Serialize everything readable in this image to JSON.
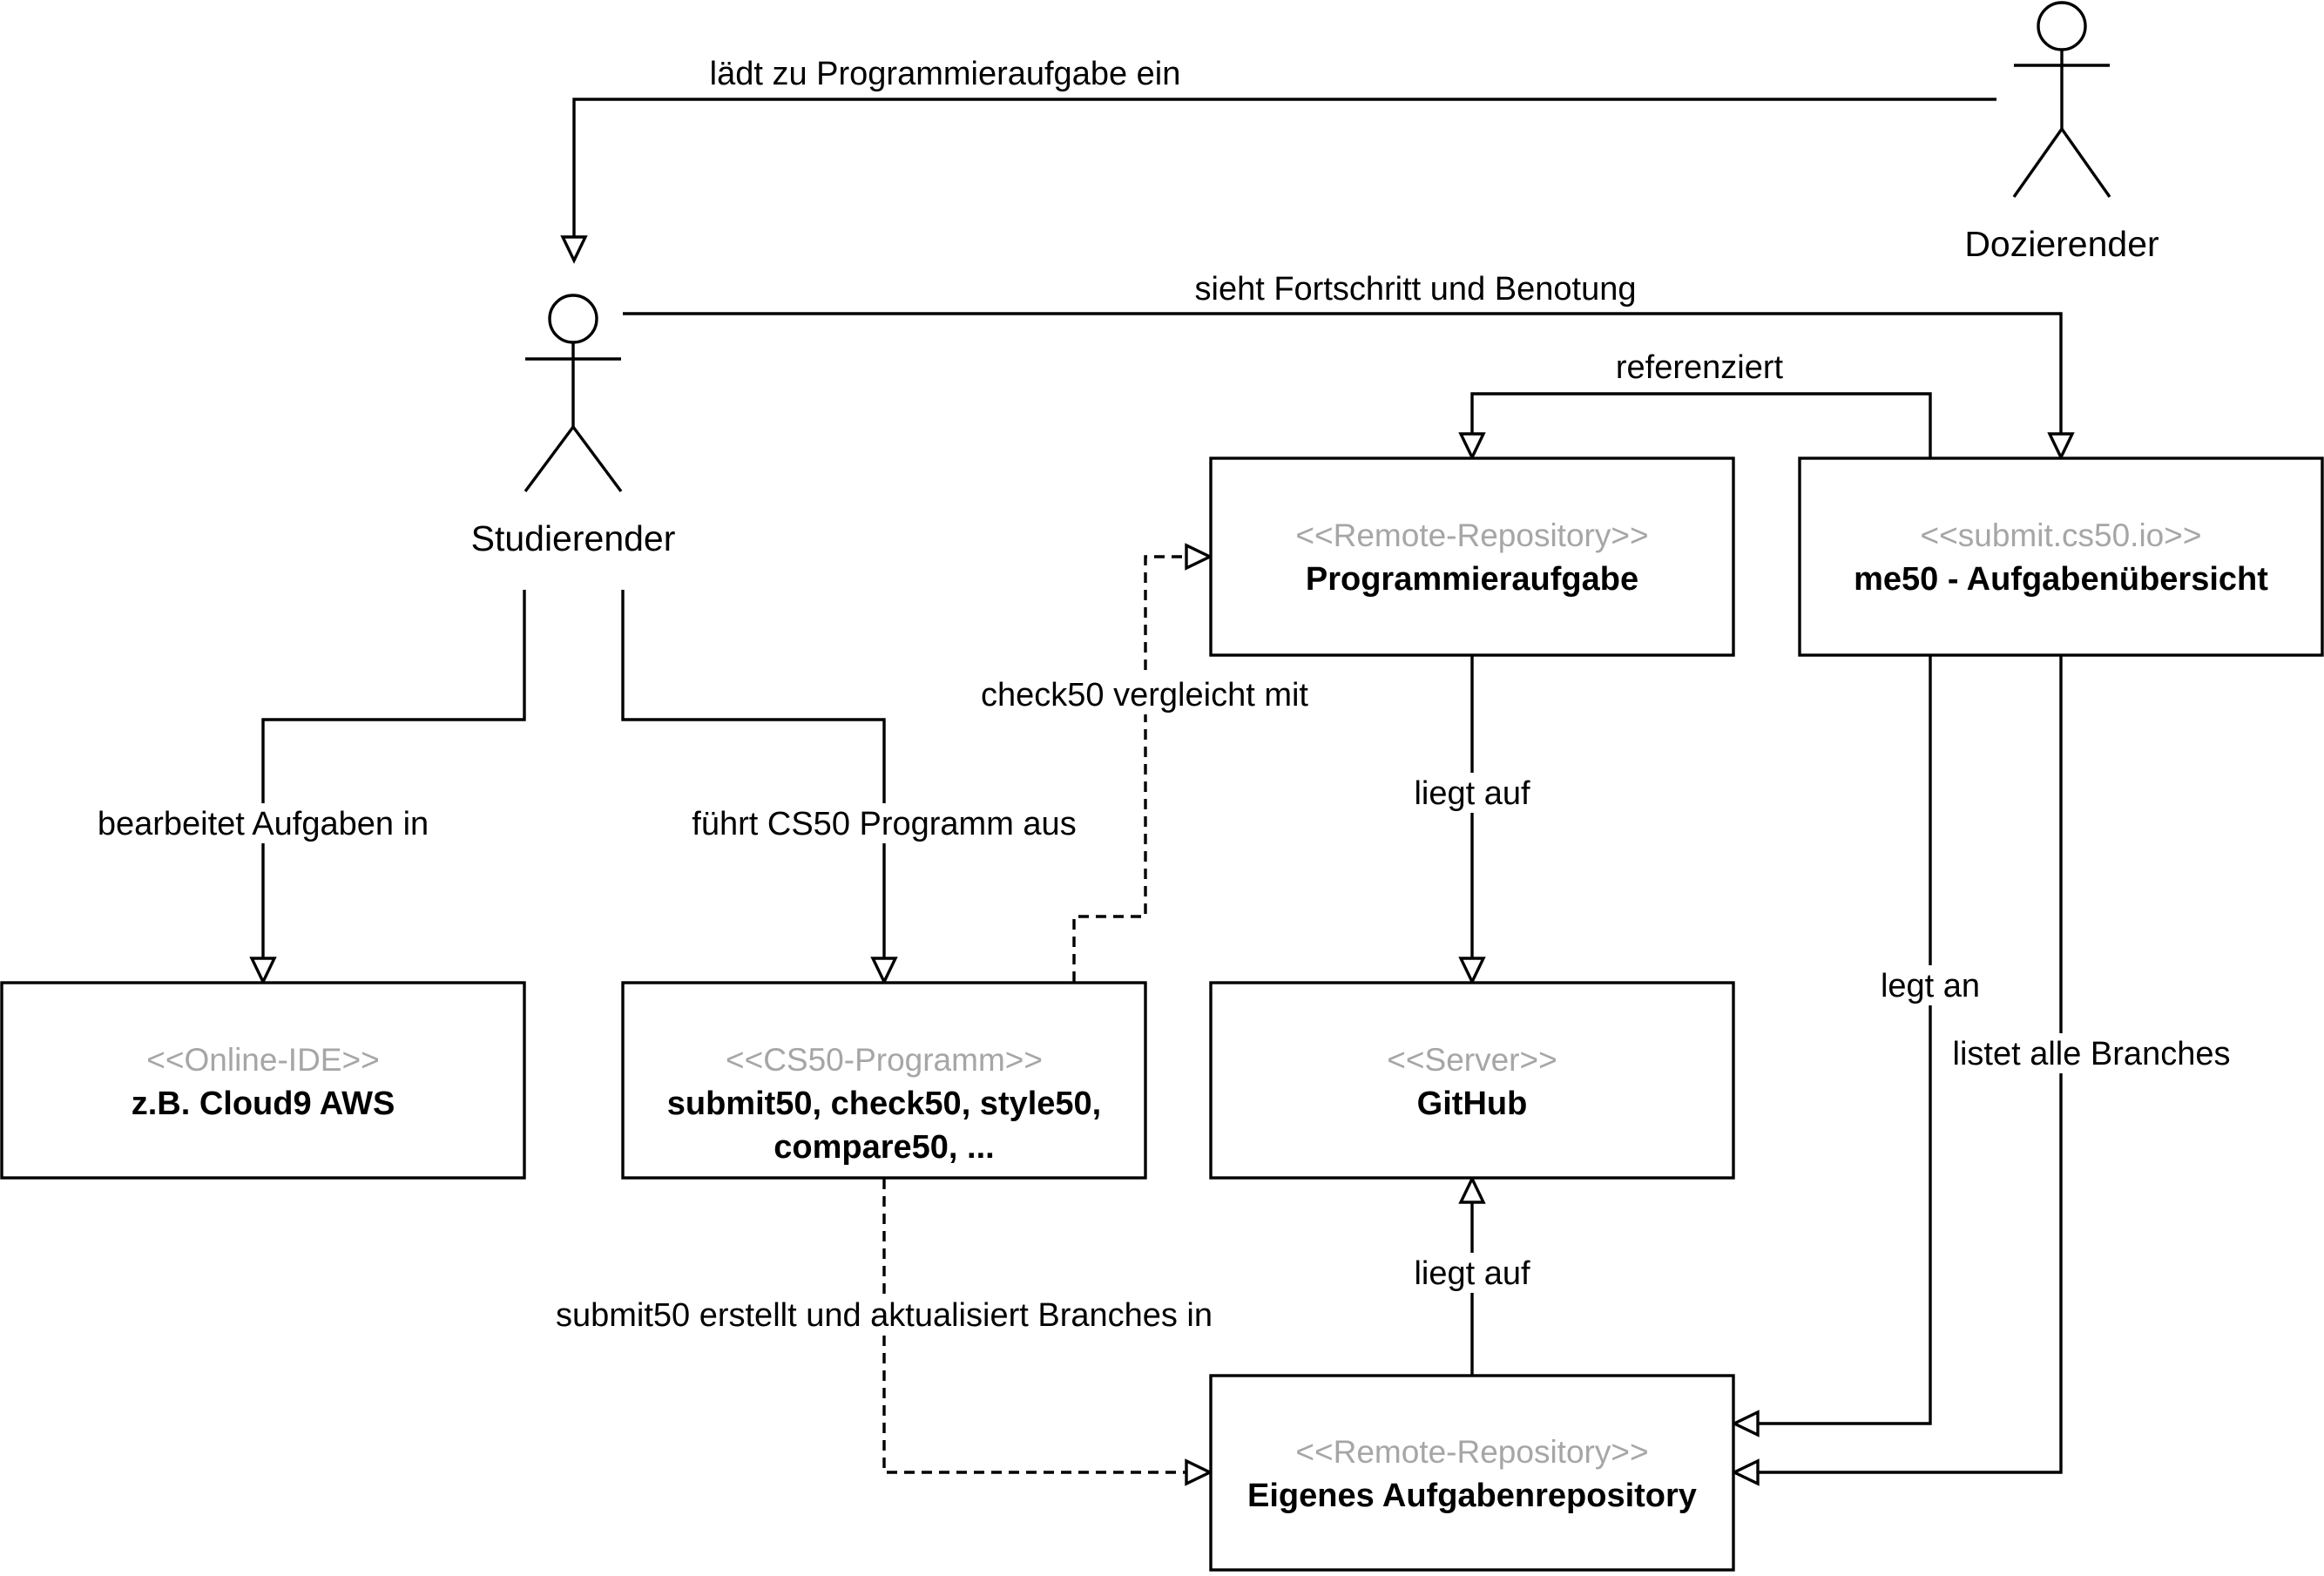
{
  "actors": {
    "lecturer": {
      "name": "Dozierender"
    },
    "student": {
      "name": "Studierender"
    }
  },
  "boxes": {
    "online_ide": {
      "stereotype": "<<Online-IDE>>",
      "name": "z.B. Cloud9 AWS"
    },
    "cs50_program": {
      "stereotype": "<<CS50-Programm>>",
      "name_line1": "submit50, check50, style50,",
      "name_line2": "compare50, ..."
    },
    "assignment_repo": {
      "stereotype": "<<Remote-Repository>>",
      "name": "Programmieraufgabe"
    },
    "overview": {
      "stereotype": "<<submit.cs50.io>>",
      "name": "me50 - Aufgabenübersicht"
    },
    "server": {
      "stereotype": "<<Server>>",
      "name": "GitHub"
    },
    "own_repo": {
      "stereotype": "<<Remote-Repository>>",
      "name": "Eigenes Aufgabenrepository"
    }
  },
  "edges": {
    "invites": "lädt zu Programmieraufgabe ein",
    "sees_progress": "sieht Fortschritt und Benotung",
    "references": "referenziert",
    "edits_in": "bearbeitet Aufgaben in",
    "runs_program": "führt CS50 Programm aus",
    "check_compares": "check50 vergleicht mit",
    "lies_on_1": "liegt auf",
    "lies_on_2": "liegt auf",
    "creates": "legt an",
    "lists_branches": "listet alle Branches",
    "submit_updates": "submit50 erstellt und aktualisiert Branches in"
  }
}
